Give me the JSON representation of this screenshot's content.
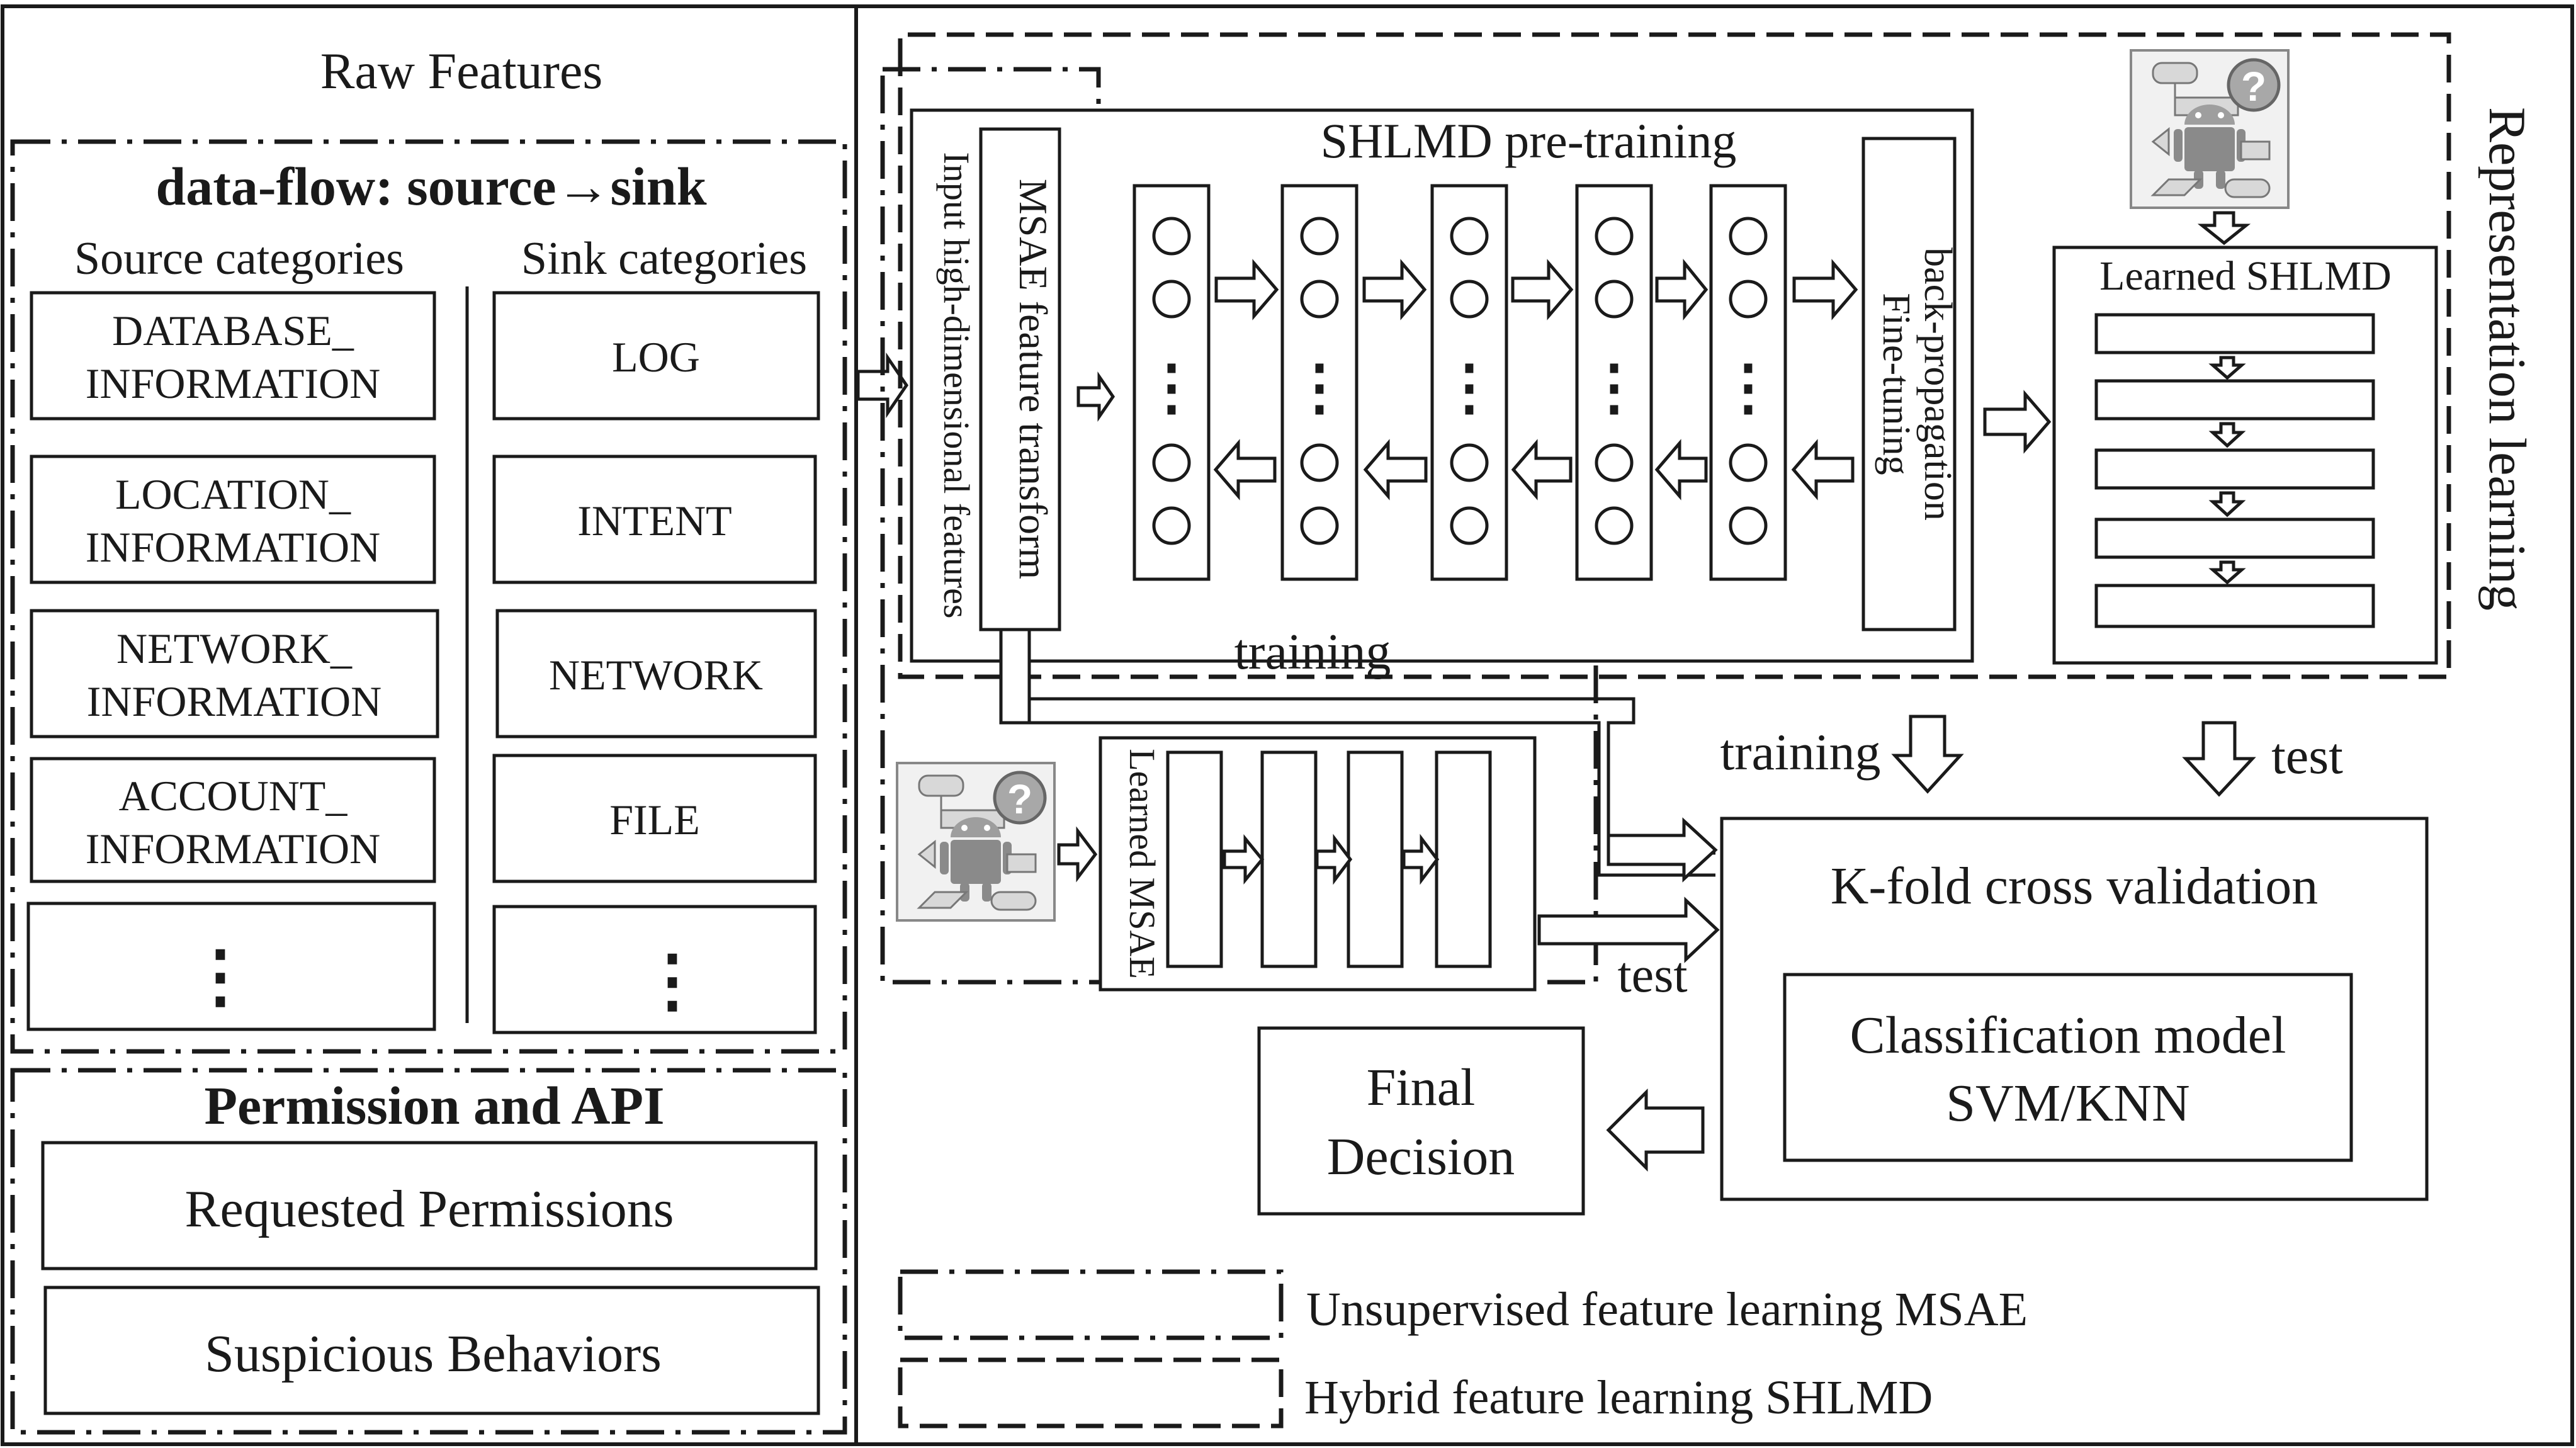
{
  "raw_features": {
    "title": "Raw Features",
    "dataflow": {
      "title": "data-flow: source→sink",
      "source_header": "Source categories",
      "sink_header": "Sink categories",
      "sources": [
        [
          "DATABASE_",
          "INFORMATION"
        ],
        [
          "LOCATION_",
          "INFORMATION"
        ],
        [
          "NETWORK_",
          "INFORMATION"
        ],
        [
          "ACCOUNT_",
          "INFORMATION"
        ]
      ],
      "sinks": [
        "LOG",
        "INTENT",
        "NETWORK",
        "FILE"
      ],
      "ellipsis": "⋮"
    },
    "permission": {
      "title": "Permission and API",
      "items": [
        "Requested Permissions",
        "Suspicious Behaviors"
      ]
    }
  },
  "pipeline": {
    "input_label": "Input high-dimensional features",
    "msae_transform": "MSAE  feature transform",
    "pretraining_title": "SHLMD pre-training",
    "layer_ellipsis": "⋮",
    "finetune_line1": "back-propagation",
    "finetune_line2": "Fine-tuning",
    "learned_shlmd": "Learned SHLMD",
    "representation_learning": "Representation learning",
    "training_label_inner": "training",
    "learned_msae": "Learned MSAE",
    "training_label": "training",
    "test_label_right": "test",
    "test_label_bottom": "test",
    "kfold": "K-fold cross validation",
    "classification_line1": "Classification model",
    "classification_line2": "SVM/KNN",
    "final_line1": "Final",
    "final_line2": "Decision",
    "question_mark": "?"
  },
  "legend": {
    "items": [
      {
        "style": "dash-dot",
        "label": "Unsupervised feature learning MSAE"
      },
      {
        "style": "dashed",
        "label": "Hybrid feature learning SHLMD"
      }
    ]
  }
}
